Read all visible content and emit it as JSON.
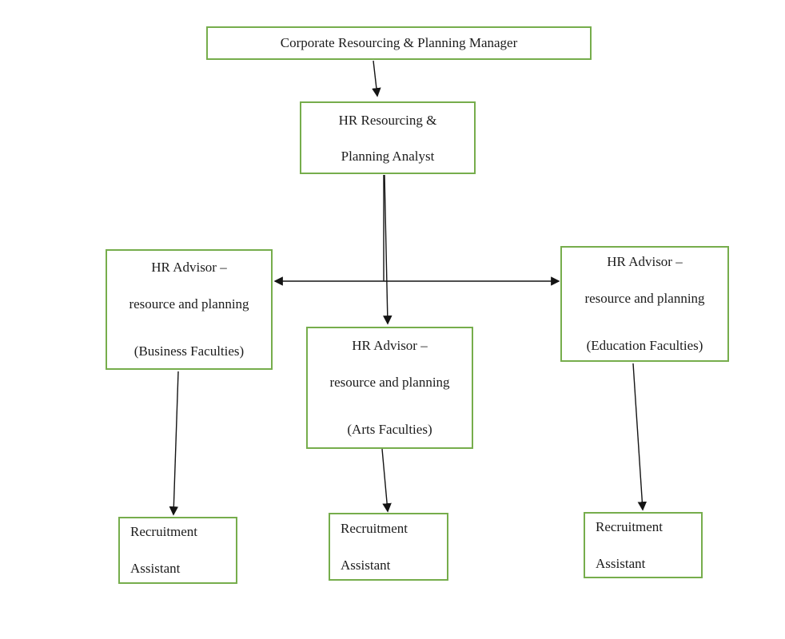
{
  "diagram": {
    "type": "org-chart",
    "accent_border_color": "#76AD4C",
    "connector_color": "#141414",
    "nodes": {
      "manager": {
        "lines": [
          "Corporate Resourcing & Planning Manager"
        ]
      },
      "analyst": {
        "lines": [
          "HR Resourcing &",
          "Planning Analyst"
        ]
      },
      "advisor_business": {
        "lines": [
          "HR Advisor –",
          "resource and planning",
          "(Business Faculties)"
        ]
      },
      "advisor_arts": {
        "lines": [
          "HR Advisor –",
          "resource and planning",
          "(Arts Faculties)"
        ]
      },
      "advisor_education": {
        "lines": [
          "HR Advisor –",
          "resource and planning",
          "(Education Faculties)"
        ]
      },
      "recruitment_business": {
        "lines": [
          "Recruitment",
          "Assistant"
        ]
      },
      "recruitment_arts": {
        "lines": [
          "Recruitment",
          "Assistant"
        ]
      },
      "recruitment_education": {
        "lines": [
          "Recruitment",
          "Assistant"
        ]
      }
    },
    "edges": [
      {
        "from": "manager",
        "to": "analyst",
        "direction": "down"
      },
      {
        "from": "analyst",
        "to": "advisor_business",
        "direction": "left"
      },
      {
        "from": "analyst",
        "to": "advisor_arts",
        "direction": "down"
      },
      {
        "from": "analyst",
        "to": "advisor_education",
        "direction": "right"
      },
      {
        "from": "advisor_business",
        "to": "recruitment_business",
        "direction": "down"
      },
      {
        "from": "advisor_arts",
        "to": "recruitment_arts",
        "direction": "down"
      },
      {
        "from": "advisor_education",
        "to": "recruitment_education",
        "direction": "down"
      }
    ]
  }
}
